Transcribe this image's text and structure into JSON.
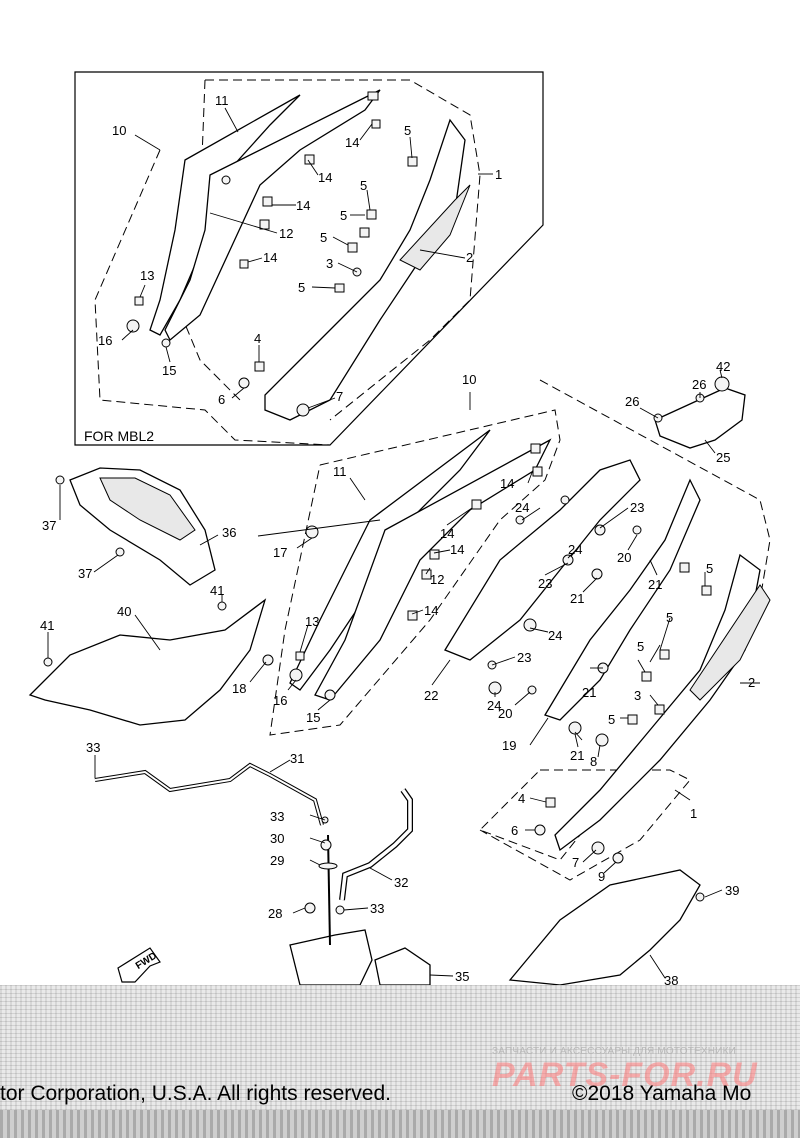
{
  "box_label": "FOR MBL2",
  "fwd_label": "FWD",
  "copyright_left": "tor Corporation, U.S.A. All rights reserved.",
  "copyright_right": "©2018 Yamaha Mo",
  "watermark_small": "ЗАПЧАСТИ И АКСЕССУАРЫ ДЛЯ МОТОТЕХНИКИ",
  "watermark_big": "PARTS-FOR.RU",
  "callouts": [
    "11",
    "10",
    "14",
    "5",
    "1",
    "14",
    "5",
    "14",
    "5",
    "12",
    "5",
    "2",
    "14",
    "3",
    "5",
    "13",
    "16",
    "15",
    "4",
    "6",
    "7",
    "42",
    "26",
    "26",
    "25",
    "10",
    "11",
    "14",
    "37",
    "36",
    "17",
    "14",
    "14",
    "12",
    "24",
    "23",
    "24",
    "23",
    "20",
    "21",
    "5",
    "41",
    "13",
    "14",
    "40",
    "24",
    "22",
    "23",
    "5",
    "21",
    "5",
    "18",
    "16",
    "15",
    "24",
    "20",
    "21",
    "3",
    "5",
    "2",
    "19",
    "21",
    "8",
    "33",
    "31",
    "33",
    "30",
    "29",
    "32",
    "28",
    "33",
    "35",
    "4",
    "6",
    "1",
    "7",
    "9",
    "39",
    "38",
    "37",
    "41"
  ]
}
